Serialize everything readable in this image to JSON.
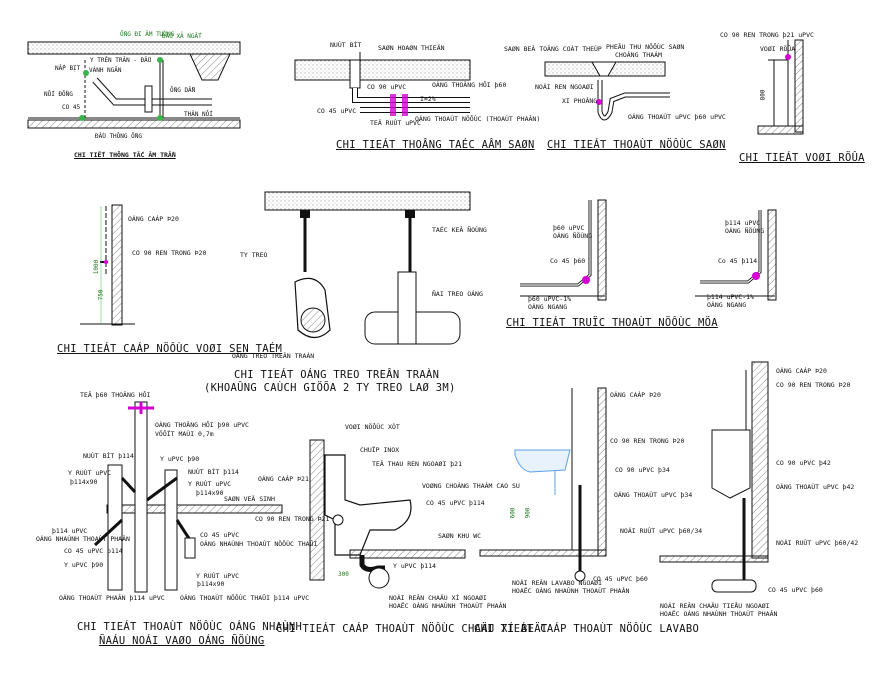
{
  "colors": {
    "line": "#111111",
    "hatch": "#555555",
    "fitting": "#d400d4",
    "green_marker": "#39b54a",
    "sink": "#5aa0e6",
    "background": "#ffffff"
  },
  "details": {
    "ceiling_pipe": {
      "title": "CHI TIẾT THÔNG TẮC ÂM TRẦN",
      "labels": [
        "ỐNG ĐI ÂM TƯỜNG",
        "ĐẦU XẢ NGẮT",
        "NẮP BỊT",
        "Y TRÊN TRÂN - ĐẤU",
        "VÀNH NGĂN",
        "NỐI ĐỒNG",
        "CO 45",
        "ỐNG DẪN",
        "THÂN NỐI",
        "ĐẦU THÔNG ỐNG"
      ]
    },
    "floor_cleanout": {
      "title": "CHI TIEÁT THOÂNG TAÉC AÂM SAØN",
      "labels": [
        "NUÙT BÍT",
        "SAØN HOAØN THIEÄN",
        "CO 90 uPVC",
        "OÁNG THOÂNG HÔI þ60",
        "CO 45 uPVC",
        "I=2%",
        "TEÂ RUÙT uPVC",
        "OÁNG THOAÙT NÖÔÙC (THOAÙT PHAÂN)"
      ]
    },
    "floor_drain": {
      "title": "CHI TIEÁT THOAÙT NÖÔÙC SAØN",
      "labels": [
        "SAØN BEÂ TOÂNG COÁT THEÙP",
        "PHEÃU THU NÖÔÙC SAØN",
        "CHOÁNG THAÁM",
        "NOÁI REN NGOAØI",
        "XI PHOÂNG",
        "OÁNG THOAÙT uPVC þ60 uPVC"
      ]
    },
    "wash_faucet": {
      "title": "CHI TIEÁT VOØI RÖÛA",
      "labels": [
        "CO 90 REN TRONG þ21 uPVC",
        "VOØI RÖÛA",
        "800"
      ]
    },
    "pipe_hanger": {
      "title": "CHI TIEÁT OÁNG TREO TREÂN TRAÀN",
      "subtitle": "(KHOAÛNG CAÙCH GIÖÕA 2 TY TREO LAØ 3M)",
      "labels": [
        "TY TREO",
        "TAÉC KEÂ ÑOÙNG",
        "ÑAI TREO OÁNG",
        "OÁNG TREO TREÂN TRAÀN"
      ]
    },
    "vertical_drain": {
      "title": "CHI TIEÁT TRUÏC THOAÙT NÖÔÙC MÖA",
      "labels": [
        "þ60 uPVC",
        "OÁNG ÑÖÙNG",
        "Co 45 þ60",
        "þ60 uPVC-1%",
        "OÁNG NGANG",
        "þ114 uPVC",
        "OÁNG ÑÖÙNG",
        "Co 45 þ114",
        "þ114 uPVC-1%",
        "OÁNG NGANG"
      ]
    },
    "shower_supply": {
      "title": "CHI TIEÁT CAÁP NÖÔÙC VOØI SEN TAÉM",
      "labels": [
        "OÁNG CAÁP Þ20",
        "CO 90 REN TRONG Þ20",
        "1000",
        "750"
      ]
    },
    "standpipe": {
      "title": "CHI TIEÁT THOAÙT NÖÔÙC OÁNG NHAÙNH",
      "subtitle": "ÑAÁU NOÁI VAØO OÁNG ÑÖÙNG",
      "labels": [
        "TEÂ þ60 THOÂNG HÔI",
        "OÁNG THOÂNG HÔI þ90 uPVC",
        "VÖÔÏT MAÙI 0,7m",
        "NUÙT BÍT þ114",
        "Y uPVC þ90",
        "Y RUÙT uPVC",
        "þ114x90",
        "NUÙT BÍT þ114",
        "Y RUÙT uPVC",
        "þ114x90",
        "SAØN VEÄ SINH",
        "þ114 uPVC",
        "OÁNG NHAÙNH THOAÙT PHAÂN",
        "CO 45 uPVC þ114",
        "Y uPVC þ90",
        "CO 45 uPVC",
        "OÁNG NHAÙNH THOAÙT NÖÔÙC THAÛI",
        "Y RUÙT uPVC",
        "þ114x90",
        "OÁNG THOAÙT PHAÂN þ114 uPVC",
        "OÁNG THOAÙT NÖÔÙC THAÛI þ114 uPVC"
      ]
    },
    "toilet": {
      "title": "CHI TIEÁT CAÁP THOAÙT NÖÔÙC CHAÄU XÍ BEÄT",
      "labels": [
        "VOØI NÖÔÙC XÒT",
        "CHUÏP INOX",
        "TEÂ THAU REN NGOAØI þ21",
        "OÁNG CAÁP Þ21",
        "VOØNG CHOÁNG THAÁM CAO SU",
        "CO 90 REN TRONG Þ21",
        "CO 45 uPVC þ114",
        "SAØN KHU WC",
        "Y uPVC þ114",
        "NOÁI REÂN CHAÄU XÍ NGOAØI",
        "HOAËC OÁNG NHAÙNH THOAÙT PHAÂN",
        "300"
      ]
    },
    "lavabo": {
      "title": "CHI TIEÁT CAÁP THOAÙT NÖÔÙC LAVABO",
      "labels": [
        "OÁNG CAÁP Þ20",
        "CO 90 REN TRONG Þ20",
        "CO 90 uPVC þ34",
        "OÁNG THOAÙT uPVC þ34",
        "NOÁI RUÙT uPVC þ60/34",
        "CO 45 uPVC þ60",
        "NOÁI REÂN LAVABO NGOAØI",
        "HOAËC OÁNG NHAÙNH THOAÙT PHAÂN",
        "600",
        "900"
      ]
    },
    "urinal": {
      "labels": [
        "OÁNG CAÁP Þ20",
        "CO 90 REN TRONG Þ20",
        "CO 90 uPVC þ42",
        "OÁNG THOAÙT uPVC þ42",
        "NOÁI RUÙT uPVC þ60/42",
        "CO 45 uPVC þ60",
        "NOÁI REÂN CHAÄU TIEÅU NGOAØI",
        "HOAËC OÁNG NHAÙNH THOAÙT PHAÂN"
      ]
    }
  }
}
